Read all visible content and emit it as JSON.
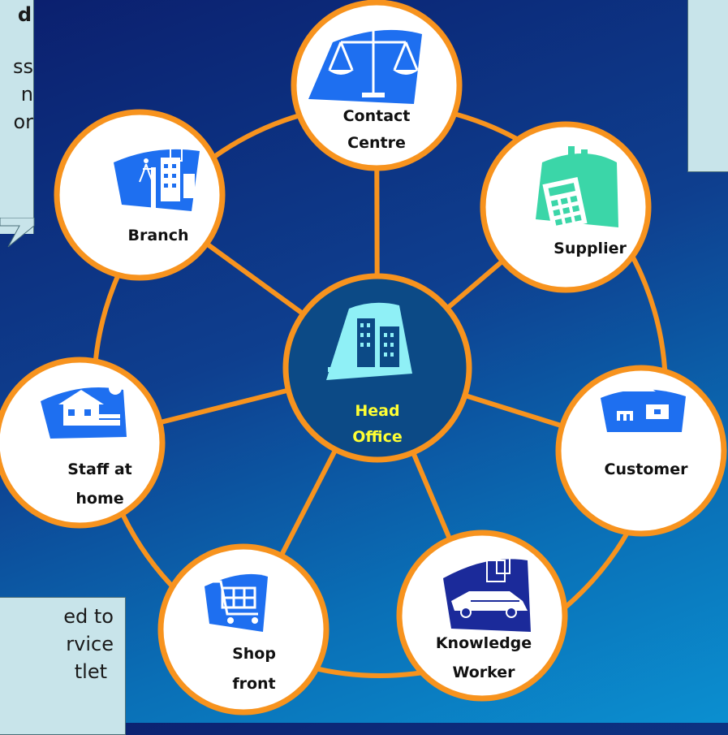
{
  "colors": {
    "ring": "#f7931e",
    "node_fill": "#ffffff",
    "center_fill": "#0c4a86",
    "icon_blue": "#1e6ff0",
    "icon_teal": "#3bd6a8",
    "icon_navy": "#1b2a9a",
    "icon_cyan": "#8ff0f6",
    "callout_bg": "#c8e4ea",
    "center_text": "#ffff33"
  },
  "center": {
    "label_line1": "Head",
    "label_line2": "Office",
    "icon": "office-building-icon"
  },
  "nodes": [
    {
      "id": "contact-centre",
      "line1": "Contact",
      "line2": "Centre",
      "icon": "scales-icon"
    },
    {
      "id": "supplier",
      "line1": "Supplier",
      "line2": "",
      "icon": "factory-calculator-icon"
    },
    {
      "id": "customer",
      "line1": "Customer",
      "line2": "",
      "icon": "house-icon"
    },
    {
      "id": "knowledge-worker",
      "line1": "Knowledge",
      "line2": "Worker",
      "icon": "car-building-icon"
    },
    {
      "id": "shop-front",
      "line1": "Shop",
      "line2": "front",
      "icon": "shopping-cart-icon"
    },
    {
      "id": "staff-at-home",
      "line1": "Staff at",
      "line2": "home",
      "icon": "home-sun-icon"
    },
    {
      "id": "branch",
      "line1": "Branch",
      "line2": "",
      "icon": "city-walker-icon"
    }
  ],
  "callouts": {
    "top_left": {
      "lines": [
        "d",
        "",
        "ss",
        "n",
        "or"
      ]
    },
    "top_right": {
      "lines": []
    },
    "bottom_left": {
      "lines": [
        "ed to",
        "rvice",
        "tlet"
      ]
    }
  }
}
